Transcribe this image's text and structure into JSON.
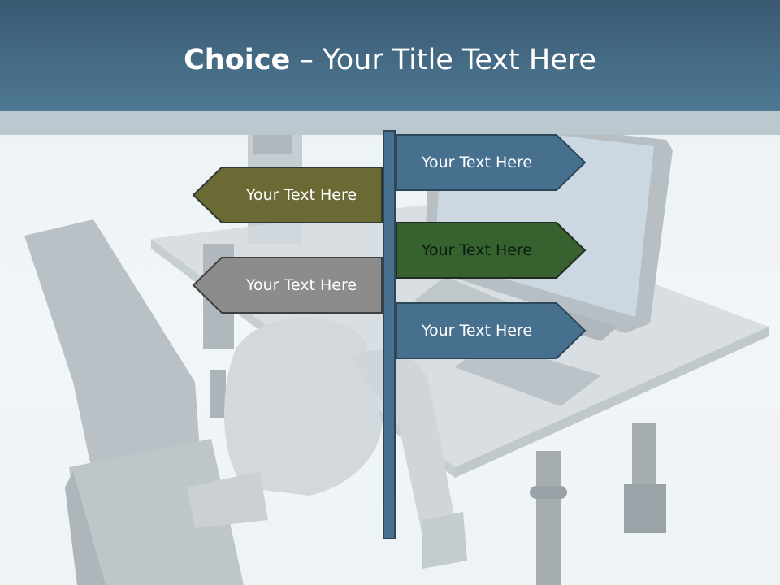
{
  "slide": {
    "title_bold": "Choice",
    "title_rest": " – Your Title Text Here"
  },
  "signs": [
    {
      "label": "Your Text Here",
      "color": "#47708f"
    },
    {
      "label": "Your Text Here",
      "color": "#6b6a34"
    },
    {
      "label": "Your Text Here",
      "color": "#37622f"
    },
    {
      "label": "Your Text Here",
      "color": "#8c8c8c"
    },
    {
      "label": "Your Text Here",
      "color": "#47708f"
    }
  ],
  "colors": {
    "header": "#4a7290",
    "pole": "#47708f",
    "sign_border": "#2d3b33"
  },
  "background_image": "faded-desk-with-computer-and-chair"
}
